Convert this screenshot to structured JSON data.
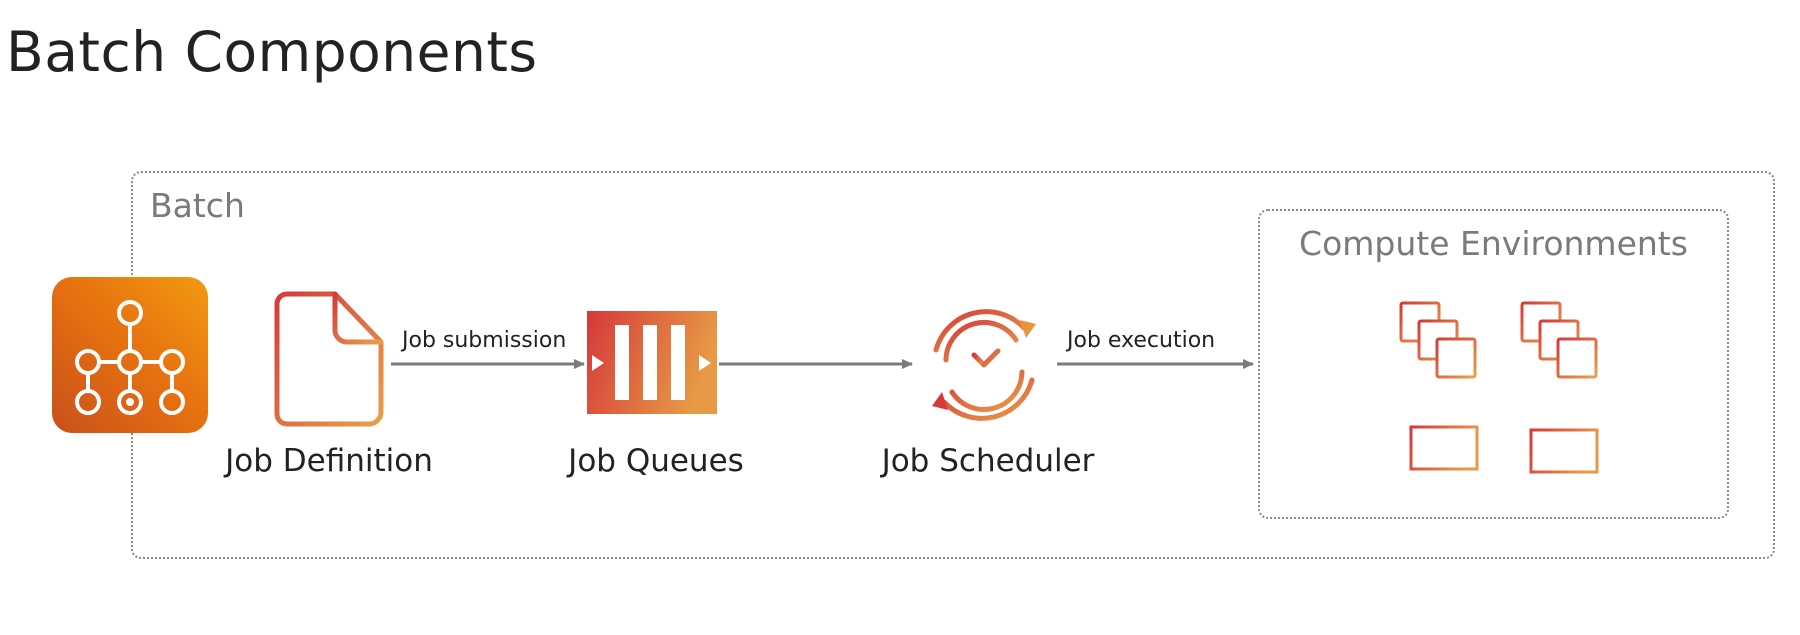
{
  "page": {
    "title": "Batch Components"
  },
  "diagram": {
    "container_label": "Batch",
    "compute_group_label": "Compute Environments",
    "nodes": {
      "job_definition": "Job Definition",
      "job_queues": "Job Queues",
      "job_scheduler": "Job Scheduler"
    },
    "edges": {
      "submission": "Job submission",
      "execution": "Job execution"
    },
    "icons": {
      "service": "aws-batch-icon",
      "definition": "document-icon",
      "queue": "queue-icon",
      "scheduler": "clock-cycle-icon",
      "instances": "instances-icon",
      "containers": "container-icon"
    },
    "colors": {
      "gradient_red": "#d6383a",
      "gradient_orange": "#e58a3e",
      "service_orange": "#e56f10",
      "arrow_gray": "#7b7b7b"
    }
  }
}
